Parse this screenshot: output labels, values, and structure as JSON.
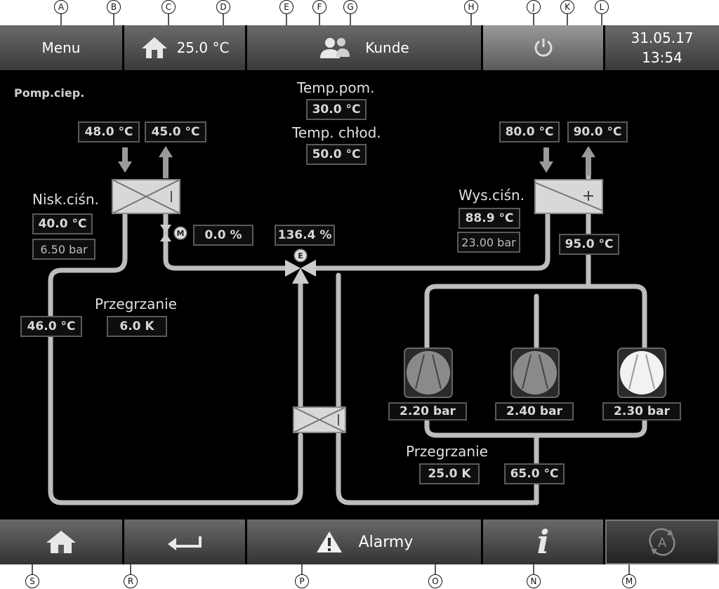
{
  "topbar": {
    "menu_label": "Menu",
    "home_temp": "25.0 °C",
    "user_label": "Kunde",
    "date": "31.05.17",
    "time": "13:54"
  },
  "diagram": {
    "title": "Pomp.ciep.",
    "temp_pom_label": "Temp.pom.",
    "temp_pom_value": "30.0 °C",
    "temp_chlod_label": "Temp. chłod.",
    "temp_chlod_value": "50.0 °C",
    "b_value": "48.0 °C",
    "c_value": "45.0 °C",
    "low_pressure_label": "Nisk.ciśn.",
    "low_temp_value": "40.0 °C",
    "low_pressure_value": "6.50 bar",
    "valve_value": "0.0 %",
    "e_value": "136.4 %",
    "high_pressure_label": "Wys.ciśn.",
    "high_temp_value": "88.9 °C",
    "high_pressure_value": "23.00 bar",
    "j_value": "80.0 °C",
    "l_value": "90.0 °C",
    "k_value": "95.0 °C",
    "s_value": "46.0 °C",
    "superheat_label_1": "Przegrzanie",
    "superheat_value_1": "6.0 K",
    "comp1_pressure": "2.20 bar",
    "comp2_pressure": "2.40 bar",
    "comp3_pressure": "2.30 bar",
    "superheat_label_2": "Przegrzanie",
    "superheat_value_2": "25.0 K",
    "n_value": "65.0 °C"
  },
  "botbar": {
    "alarm_label": "Alarmy"
  },
  "callouts": {
    "top": [
      "A",
      "B",
      "C",
      "D",
      "E",
      "F",
      "G",
      "H",
      "J",
      "K",
      "L"
    ],
    "bottom": [
      "S",
      "R",
      "P",
      "O",
      "N",
      "M"
    ]
  },
  "colors": {
    "pipe": "#bdbdbd",
    "comp_gray": "#8a8a8a",
    "comp_white": "#f2f2f2"
  }
}
